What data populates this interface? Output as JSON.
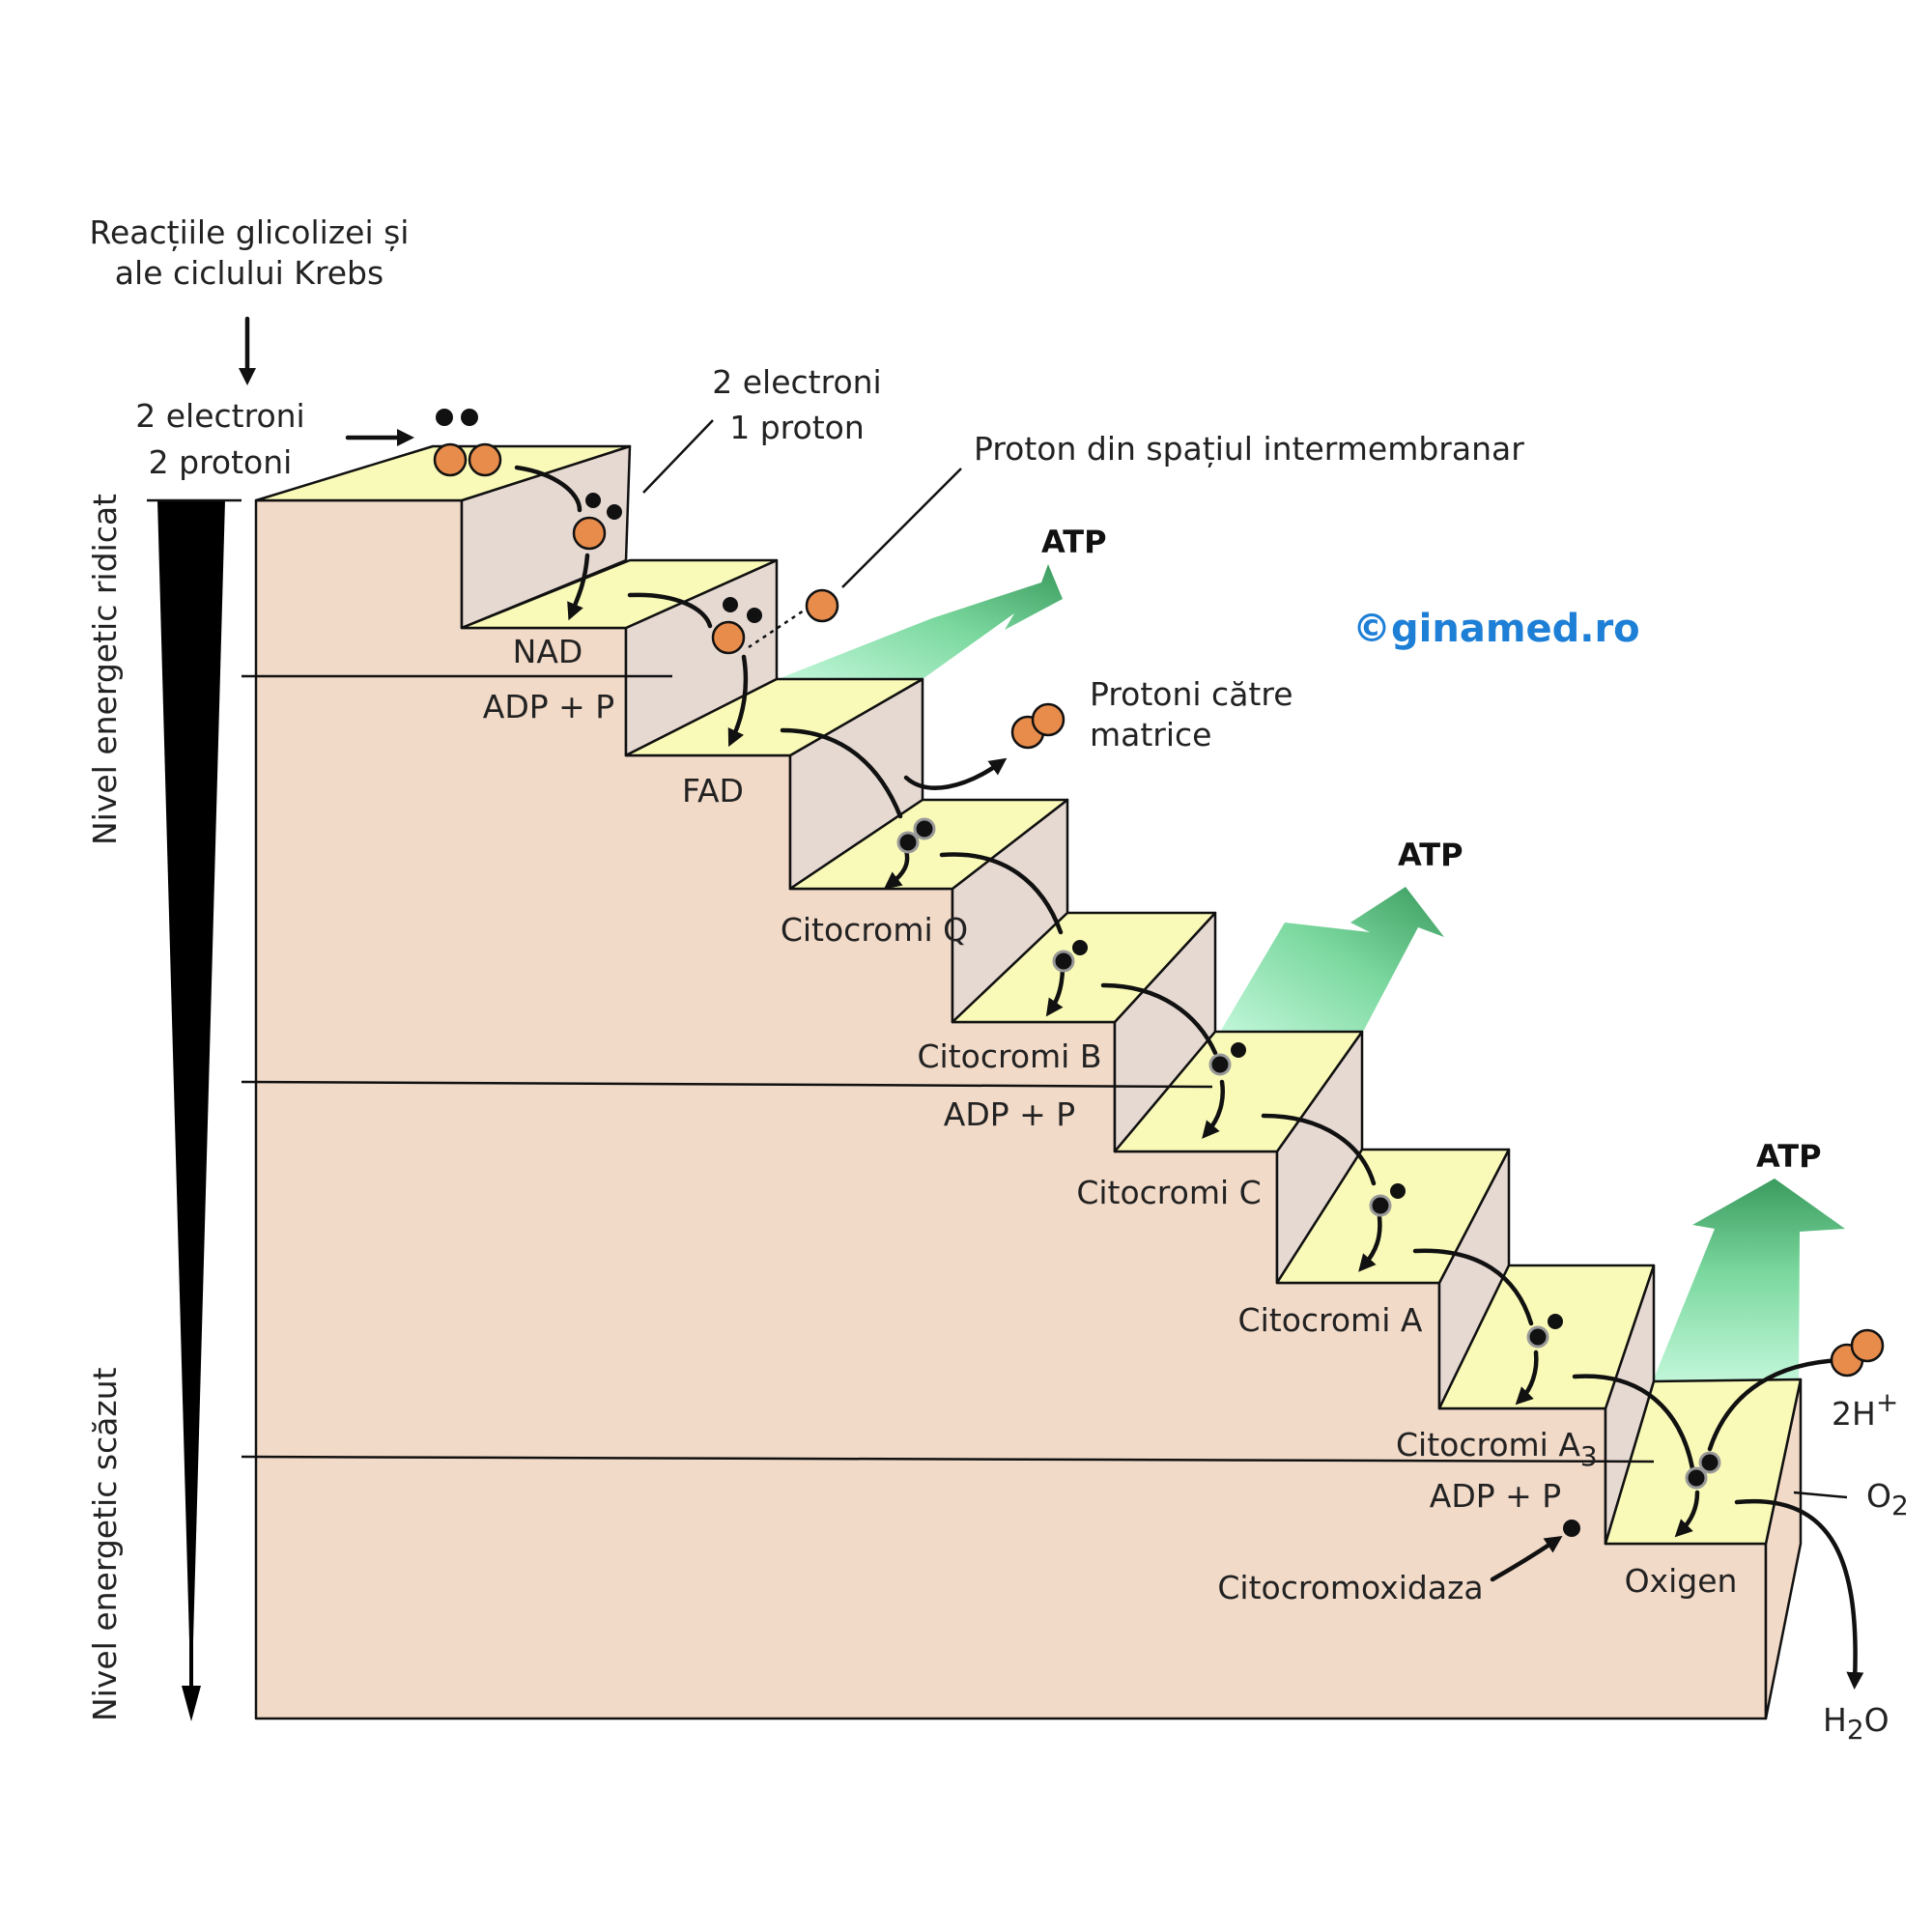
{
  "source_label_line1": "Reacțiile glicolizei și",
  "source_label_line2": "ale ciclului Krebs",
  "input_label_line1": "2 electroni",
  "input_label_line2": "2 protoni",
  "nad_output_label_line1": "2 electroni",
  "nad_output_label_line2": "1 proton",
  "intermembrane_proton_label": "Proton din spațiul intermembranar",
  "matrix_protons_label_line1": "Protoni către",
  "matrix_protons_label_line2": "matrice",
  "axis_high_label": "Nivel energetic ridicat",
  "axis_low_label": "Nivel energetic scăzut",
  "watermark": "©ginamed.ro",
  "atp_label": "ATP",
  "adp_label": "ADP + P",
  "steps": [
    {
      "label": "NAD"
    },
    {
      "label": "FAD"
    },
    {
      "label": "Citocromi Q"
    },
    {
      "label": "Citocromi B"
    },
    {
      "label": "Citocromi C"
    },
    {
      "label": "Citocromi A"
    },
    {
      "label": "Citocromi A",
      "subscript": "3"
    },
    {
      "label": "Oxigen"
    }
  ],
  "enzyme_label": "Citocromoxidaza",
  "protons_2h_label": "2H",
  "protons_2h_sup": "+",
  "o2_label": "O",
  "o2_sub": "2",
  "h2o_label_h": "H",
  "h2o_label_sub": "2",
  "h2o_label_o": "O",
  "colors": {
    "block_front": "#f2dac8",
    "riser": "#e6d9d2",
    "tread": "#fafab8",
    "proton": "#e88c4c",
    "electron": "#111111",
    "atp_arrow_dark": "#3b9a5e",
    "atp_arrow_light": "#b8f5d2",
    "watermark": "#1e7fd6"
  }
}
